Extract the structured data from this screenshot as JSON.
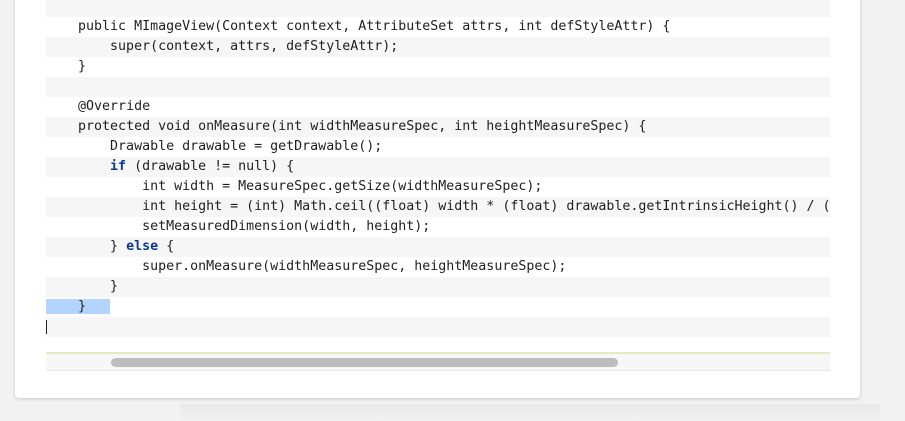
{
  "code": {
    "lines": [
      {
        "indent": "",
        "text": ""
      },
      {
        "indent": "    ",
        "text": "public MImageView(Context context, AttributeSet attrs, int defStyleAttr) {"
      },
      {
        "indent": "        ",
        "text": "super(context, attrs, defStyleAttr);"
      },
      {
        "indent": "    ",
        "text": "}"
      },
      {
        "indent": "",
        "text": ""
      },
      {
        "indent": "    ",
        "text": "@Override"
      },
      {
        "indent": "    ",
        "text": "protected void onMeasure(int widthMeasureSpec, int heightMeasureSpec) {"
      },
      {
        "indent": "        ",
        "text": "Drawable drawable = getDrawable();"
      },
      {
        "indent": "        ",
        "keyword": "if",
        "text": " (drawable != null) {"
      },
      {
        "indent": "            ",
        "text": "int width = MeasureSpec.getSize(widthMeasureSpec);"
      },
      {
        "indent": "            ",
        "text": "int height = (int) Math.ceil((float) width * (float) drawable.getIntrinsicHeight() / (float) drawable.getIntrinsicWidth());"
      },
      {
        "indent": "            ",
        "text": "setMeasuredDimension(width, height);"
      },
      {
        "indent": "        ",
        "text": "} ",
        "keyword_after": "else",
        "text_after": " {"
      },
      {
        "indent": "            ",
        "text": "super.onMeasure(widthMeasureSpec, heightMeasureSpec);"
      },
      {
        "indent": "        ",
        "text": "}"
      },
      {
        "indent": "",
        "selected": "    }   ",
        "text": ""
      },
      {
        "indent": "",
        "text": "",
        "caret": true
      },
      {
        "indent": "",
        "text": ""
      }
    ]
  },
  "scrollbar": {
    "orientation": "horizontal"
  }
}
